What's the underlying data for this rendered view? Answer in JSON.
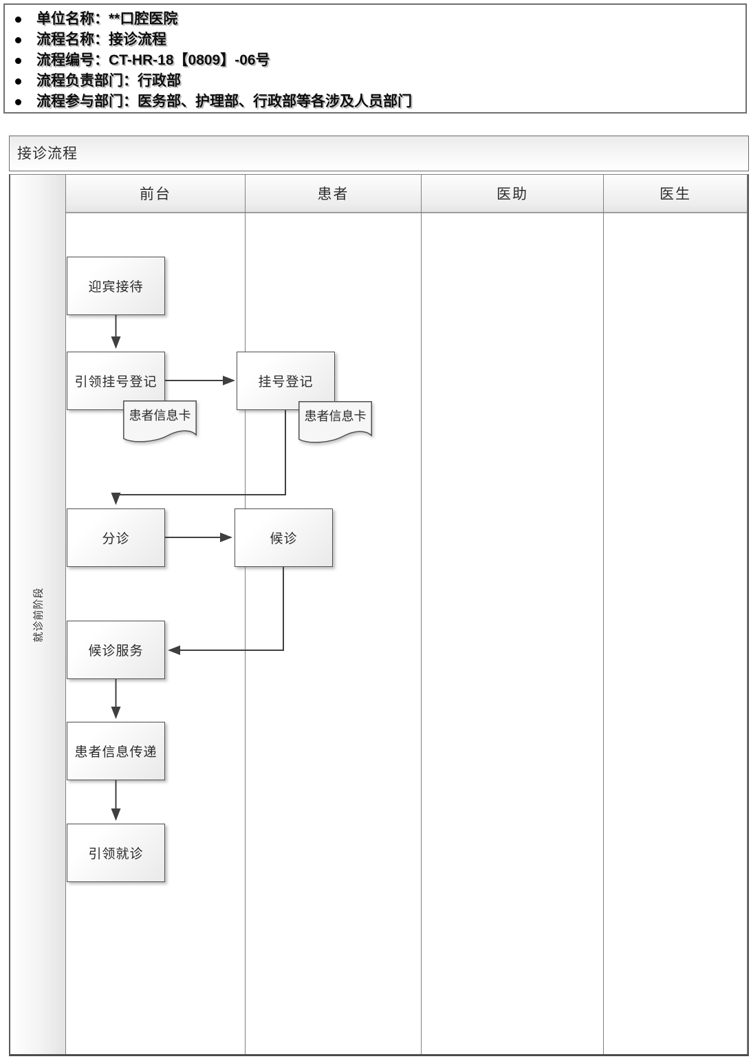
{
  "info_panel": {
    "items": [
      "单位名称：**口腔医院",
      "流程名称：接诊流程",
      "流程编号：CT-HR-18【0809】-06号",
      "流程负责部门：行政部",
      "流程参与部门：医务部、护理部、行政部等各涉及人员部门"
    ]
  },
  "flowchart": {
    "title": "接诊流程",
    "phase_label": "就诊前阶段",
    "lanes": [
      {
        "label": "前台"
      },
      {
        "label": "患者"
      },
      {
        "label": "医助"
      },
      {
        "label": "医生"
      }
    ],
    "nodes": {
      "welcome": "迎宾接待",
      "guide_register": "引领挂号登记",
      "register": "挂号登记",
      "card_front_desk": "患者信息卡",
      "card_patient": "患者信息卡",
      "triage": "分诊",
      "wait": "候诊",
      "wait_service": "候诊服务",
      "info_transfer": "患者信息传递",
      "guide_visit": "引领就诊"
    },
    "palette": {
      "connector": "#3f3f3f",
      "node_border": "#4f4f4f",
      "grid_border": "#7f7f7f"
    }
  }
}
